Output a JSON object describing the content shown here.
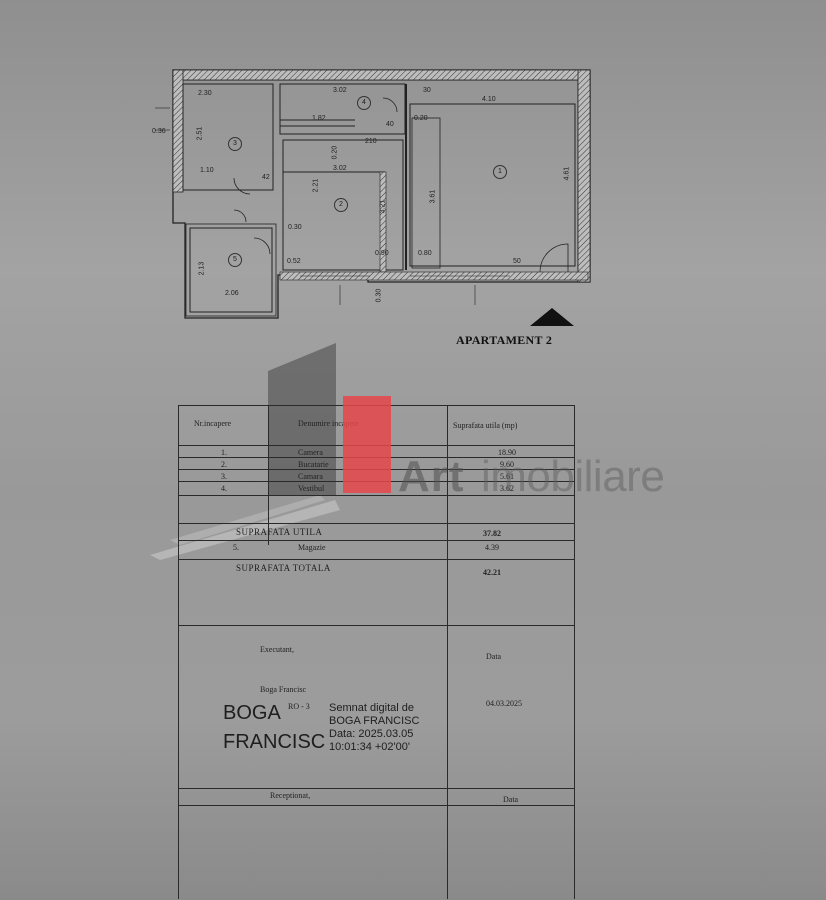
{
  "plan": {
    "title": "APARTAMENT 2",
    "rooms": [
      "1",
      "2",
      "3",
      "4",
      "5"
    ],
    "dimensions": {
      "d230": "2.30",
      "d302a": "3.02",
      "d410": "4.10",
      "d30top": "30",
      "d020": "0.20",
      "d251": "2.51",
      "d182": "1.82",
      "d40": "40",
      "d302b": "3.02",
      "d020v": "0.20",
      "d110": "1.10",
      "d42": "42",
      "d461": "4.61",
      "d361": "3.61",
      "d221": "2.21",
      "d321": "3.21",
      "d030": "0.30",
      "d090": "0.90",
      "d080": "0.80",
      "d052": "0.52",
      "d50": "50",
      "d213": "2.13",
      "d206": "2.06",
      "d030b": "0.30",
      "d036": "0.36",
      "d210": "210"
    }
  },
  "table": {
    "headers": {
      "nr": "Nr.incapere",
      "denumire": "Denumire incapere",
      "suprafata": "Suprafata utila (mp)"
    },
    "rows": [
      {
        "nr": "1.",
        "name": "Camera",
        "area": "18.90"
      },
      {
        "nr": "2.",
        "name": "Bucatarie",
        "area": "9.60"
      },
      {
        "nr": "3.",
        "name": "Camara",
        "area": "5.61"
      },
      {
        "nr": "4.",
        "name": "Vestibul",
        "area": "3.62"
      }
    ],
    "suprafata_utila_label": "SUPRAFATA UTILA",
    "suprafata_utila_value": "37.82",
    "extra_row": {
      "nr": "5.",
      "name": "Magazie",
      "area": "4.39"
    },
    "suprafata_totala_label": "SUPRAFATA TOTALA",
    "suprafata_totala_value": "42.21",
    "executant_label": "Executant,",
    "data_label": "Data",
    "executant_name": "Boga Francisc",
    "executant_extra": "RO - 3",
    "date_value": "04.03.2025",
    "receptionat_label": "Receptionat,",
    "data_label_2": "Data"
  },
  "signature": {
    "line1": "BOGA",
    "line2": "FRANCISC",
    "signed_by": "Semnat digital de",
    "signer": "BOGA FRANCISC",
    "date": "Data: 2025.03.05",
    "time": "10:01:34 +02'00'"
  },
  "watermark": {
    "brand_bold": "Art",
    "brand_light": "imobiliare"
  }
}
